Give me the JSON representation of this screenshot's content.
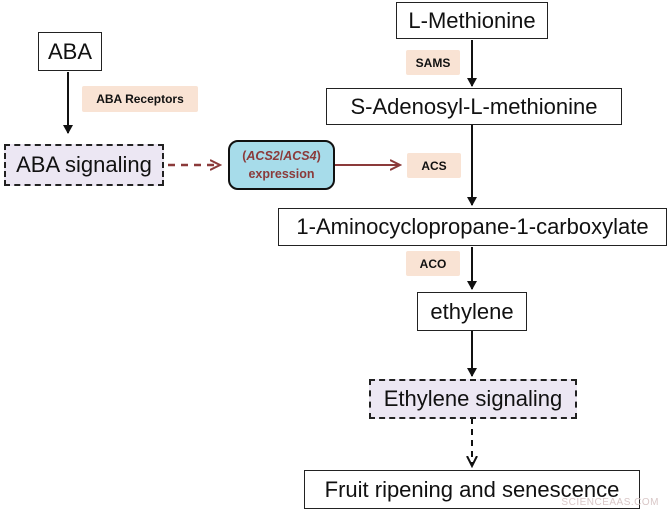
{
  "nodes": {
    "aba": "ABA",
    "aba_signaling": "ABA signaling",
    "l_methionine": "L-Methionine",
    "sam": "S-Adenosyl-L-methionine",
    "acc": "1-Aminocyclopropane-1-carboxylate",
    "ethylene": "ethylene",
    "ethylene_signaling": "Ethylene signaling",
    "fruit_ripening": "Fruit ripening  and senescence"
  },
  "enzymes": {
    "aba_receptors": "ABA Receptors",
    "sams": "SAMS",
    "acs": "ACS",
    "aco": "ACO"
  },
  "expression_box": {
    "open_paren": "(",
    "gene1": "ACS2",
    "slash": "/",
    "gene2": "ACS4",
    "close_paren": ")",
    "label": "expression"
  },
  "watermark": "SCIENCEAAS.COM",
  "colors": {
    "tag_fill": "#f9e3d4",
    "dashed_box_fill": "#ece7f3",
    "expression_fill": "#a7dcea",
    "expression_text": "#8b3a3a",
    "red_arrow": "#8b3a3a",
    "arrow": "#111111"
  }
}
